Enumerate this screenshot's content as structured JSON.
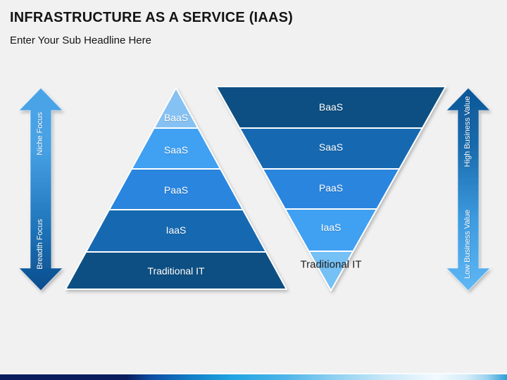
{
  "header": {
    "title": "INFRASTRUCTURE AS A SERVICE (IAAS)",
    "subtitle": "Enter Your Sub Headline Here"
  },
  "left_pyramid": {
    "type": "upright",
    "layers": [
      {
        "label": "BaaS",
        "color": "#85c1f3"
      },
      {
        "label": "SaaS",
        "color": "#40a0f1"
      },
      {
        "label": "PaaS",
        "color": "#2c85de"
      },
      {
        "label": "IaaS",
        "color": "#1769b1"
      },
      {
        "label": "Traditional IT",
        "color": "#0e4f82"
      }
    ]
  },
  "right_pyramid": {
    "type": "inverted",
    "layers": [
      {
        "label": "BaaS",
        "color": "#0e4f82"
      },
      {
        "label": "SaaS",
        "color": "#1769b1"
      },
      {
        "label": "PaaS",
        "color": "#2c85de"
      },
      {
        "label": "IaaS",
        "color": "#40a0f1"
      },
      {
        "label": "",
        "color": "#74c0f4"
      }
    ],
    "outside_label": "Traditional IT"
  },
  "left_arrow": {
    "top_label": "Niche Focus",
    "bottom_label": "Breadth Focus",
    "gradient": [
      "#4aa4e7",
      "#47a1e4",
      "#1f73b8",
      "#0a4c8c"
    ]
  },
  "right_arrow": {
    "top_label": "High Business Value",
    "bottom_label": "Low Business Value",
    "gradient": [
      "#0d5697",
      "#1a6cae",
      "#3e9bdf",
      "#5fb7f4"
    ]
  },
  "footer": {
    "stops": [
      "#0a1e5e",
      "#0a1e5e",
      "#0d4fa4",
      "#1180c9",
      "#22a5e2",
      "#4db4e8",
      "#8fd0f1",
      "#c9e8f8",
      "#f2fafe",
      "#d5ecf9",
      "#9ed3ef",
      "#2b9fd9"
    ]
  },
  "colors": {
    "background": "#f1f1f2",
    "heading_text": "#141414",
    "layer_text": "#ffffff",
    "outside_label_text": "#1c1c1c"
  }
}
